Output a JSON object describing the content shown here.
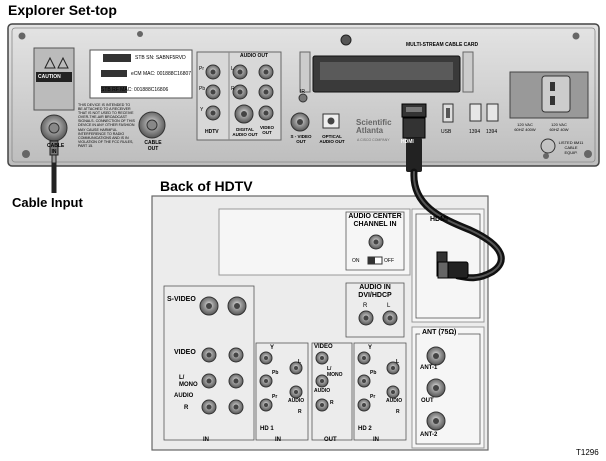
{
  "titles": {
    "settop": "Explorer Set-top",
    "hdtv": "Back of HDTV",
    "cable_input": "Cable Input",
    "figure_code": "T1296"
  },
  "settop": {
    "card_label": "MULTI-STREAM CABLE CARD",
    "caution": "CAUTION",
    "sticker_lines": [
      "STB SN: SABNF5RVD",
      "eCM MAC: 001888C16807",
      "STB RF MAC: 001888C16806"
    ],
    "cable_in": "CABLE IN",
    "cable_out": "CABLE OUT",
    "warning_lines": [
      "THIS DEVICE IS INTENDED TO",
      "BE ATTACHED TO A RECEIVER",
      "THAT IS NOT USED TO RECEIVE",
      "OVER-THE-AIR BROADCAST",
      "SIGNALS. CONNECTION OF THIS",
      "DEVICE IN ANY OTHER FASHION",
      "MAY CAUSE HARMFUL",
      "INTERFERENCE TO RADIO",
      "COMMUNICATIONS AND IS IN",
      "VIOLATION OF THE FCC RULES,",
      "PART 15."
    ],
    "audio_out": "AUDIO OUT",
    "pr": "Pr",
    "pb": "Pb",
    "y": "Y",
    "l": "L",
    "r": "R",
    "hdtv": "HDTV",
    "digital_audio_out": "DIGITAL AUDIO OUT",
    "video_out": "VIDEO OUT",
    "ir": "IR",
    "svideo_out": "S - VIDEO OUT",
    "optical_audio_out": "OPTICAL AUDIO OUT",
    "brand": "Scientific Atlanta",
    "brand_sub": "A CISCO COMPANY",
    "hdmi": "HDMI",
    "usb": "USB",
    "p1394a": "1394",
    "p1394b": "1394",
    "power1": "120 VAC 60HZ 400W",
    "power2": "120 VAC 60HZ 40W",
    "listed": "LISTED 6M11 CABLE EQUIP."
  },
  "tv": {
    "audio_center": "AUDIO CENTER CHANNEL IN",
    "on": "ON",
    "off": "OFF",
    "audio_in": "AUDIO IN DVI/HDCP",
    "r": "R",
    "l": "L",
    "svideo": "S-VIDEO",
    "video": "VIDEO",
    "l_mono": "L/ MONO",
    "audio": "AUDIO",
    "y": "Y",
    "pb": "Pb",
    "pr": "Pr",
    "hd1": "HD 1",
    "hd2": "HD 2",
    "in": "IN",
    "out": "OUT",
    "hdmi": "HDMI",
    "ant": "ANT (75Ω)",
    "ant1": "ANT-1",
    "ant_out": "OUT",
    "ant2": "ANT-2"
  }
}
